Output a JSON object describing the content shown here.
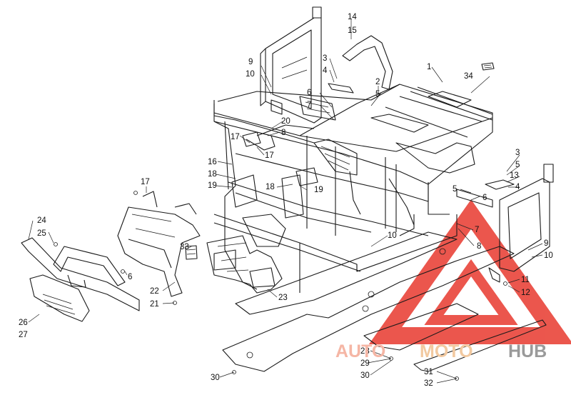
{
  "labels": {
    "l1": "1",
    "l2": "2",
    "l3a": "3",
    "l3b": "3",
    "l4a": "4",
    "l4b": "4",
    "l5a": "5",
    "l5b": "5",
    "l5c": "5",
    "l6a": "6",
    "l6b": "6",
    "l6c": "6",
    "l7a": "7",
    "l7b": "7",
    "l8a": "8",
    "l8b": "8",
    "l9a": "9",
    "l9b": "9",
    "l10a": "10",
    "l10b": "10",
    "l10c": "10",
    "l11": "11",
    "l12": "12",
    "l13": "13",
    "l14": "14",
    "l15": "15",
    "l16": "16",
    "l17a": "17",
    "l17b": "17",
    "l17c": "17",
    "l18a": "18",
    "l18b": "18",
    "l19a": "19",
    "l19b": "19",
    "l20": "20",
    "l21": "21",
    "l22": "22",
    "l23": "23",
    "l24": "24",
    "l25": "25",
    "l26": "26",
    "l27": "27",
    "l28": "28",
    "l29": "29",
    "l30a": "30",
    "l30b": "30",
    "l31": "31",
    "l32": "32",
    "l33": "33",
    "l34": "34"
  },
  "watermark": {
    "part1": "AUTO",
    "part2": "MOTO",
    "part3": "HUB",
    "colors": {
      "auto": "#f5b6a5",
      "moto": "#f2c9a0",
      "hub": "#9a9a9a",
      "triangle": "#e8392e"
    }
  }
}
